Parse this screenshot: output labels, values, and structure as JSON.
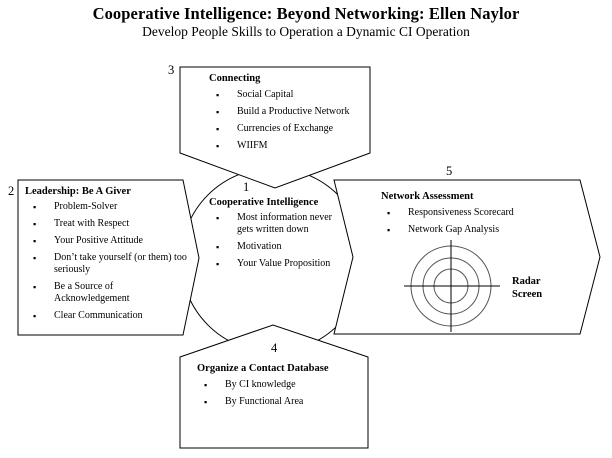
{
  "header": {
    "title": "Cooperative Intelligence: Beyond Networking: Ellen Naylor",
    "subtitle": "Develop People Skills to Operation a Dynamic CI Operation"
  },
  "bullet_glyph": "▪",
  "sections": {
    "connecting": {
      "number": "3",
      "title": "Connecting",
      "items": [
        "Social Capital",
        "Build a Productive Network",
        "Currencies of Exchange",
        "WIIFM"
      ]
    },
    "leadership": {
      "number": "2",
      "title": "Leadership: Be A Giver",
      "items": [
        "Problem-Solver",
        "Treat with Respect",
        "Your Positive Attitude",
        "Don’t take yourself (or them) too seriously",
        "Be a Source of Acknowledgement",
        "Clear Communication"
      ]
    },
    "cooperative": {
      "number": "1",
      "title": "Cooperative Intelligence",
      "items": [
        "Most information never gets written down",
        "Motivation",
        "Your Value Proposition"
      ]
    },
    "network": {
      "number": "5",
      "title": "Network Assessment",
      "items": [
        "Responsiveness Scorecard",
        "Network Gap Analysis"
      ],
      "radar_label": "Radar Screen"
    },
    "organize": {
      "number": "4",
      "title": "Organize a Contact Database",
      "items": [
        "By CI knowledge",
        "By Functional Area"
      ]
    }
  }
}
